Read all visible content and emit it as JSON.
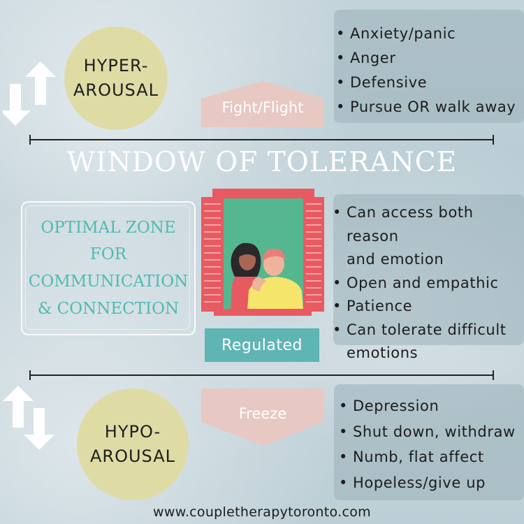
{
  "title": "WINDOW OF TOLERANCE",
  "hyper": {
    "label_line1": "HYPER-",
    "label_line2": "AROUSAL",
    "response": "Fight/Flight",
    "items": [
      "Anxiety/panic",
      "Anger",
      "Defensive",
      "Pursue OR walk away"
    ]
  },
  "optimal": {
    "line1": "OPTIMAL ZONE",
    "line2": "FOR",
    "line3": "COMMUNICATION",
    "line4": "& CONNECTION",
    "state": "Regulated",
    "items": [
      [
        "Can access both reason",
        "and emotion"
      ],
      [
        "Open and empathic"
      ],
      [
        "Patience"
      ],
      [
        "Can tolerate difficult",
        "emotions"
      ]
    ]
  },
  "hypo": {
    "label_line1": "HYPO-",
    "label_line2": "AROUSAL",
    "response": "Freeze",
    "items": [
      "Depression",
      "Shut down, withdraw",
      "Numb, flat affect",
      "Hopeless/give up"
    ]
  },
  "footer": "www.coupletherapytoronto.com",
  "colors": {
    "circle": "#dedba5",
    "pentagon": "#e8c8c3",
    "teal": "#5fb5b3",
    "zone_text": "#4fbab3",
    "shutter": "#e85a62",
    "window_green": "#55b78f"
  }
}
